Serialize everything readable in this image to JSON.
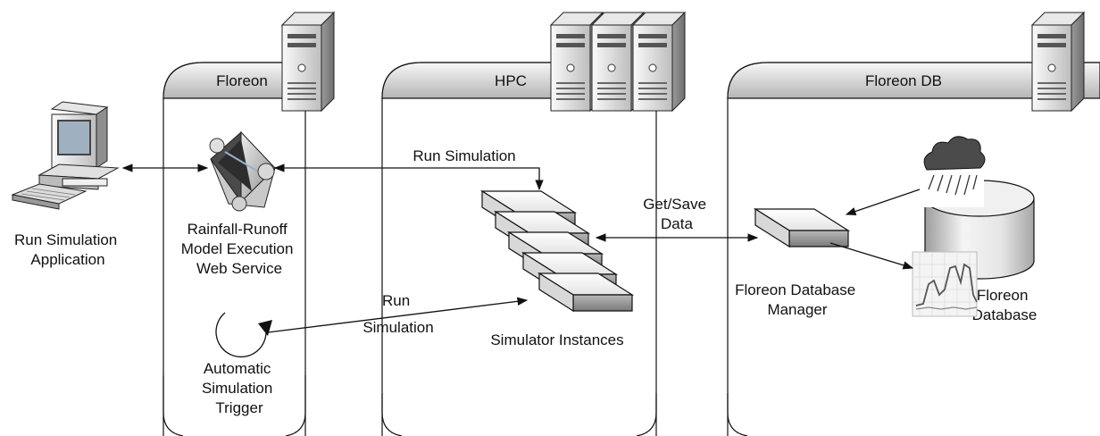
{
  "panels": {
    "floreon": "Floreon",
    "hpc": "HPC",
    "floreon_db": "Floreon DB"
  },
  "nodes": {
    "run_app": [
      "Run Simulation",
      "Application"
    ],
    "web_service": [
      "Rainfall-Runoff",
      "Model Execution",
      "Web Service"
    ],
    "auto_trigger": [
      "Automatic",
      "Simulation",
      "Trigger"
    ],
    "simulators": "Simulator Instances",
    "db_manager": [
      "Floreon Database",
      "Manager"
    ],
    "database": [
      "Floreon",
      "Database"
    ]
  },
  "edges": {
    "run_sim_top": "Run Simulation",
    "run_sim_bottom": [
      "Run",
      "Simulation"
    ],
    "get_save": [
      "Get/Save",
      "Data"
    ]
  },
  "colors": {
    "panel_header_top": "#f6f6f6",
    "panel_header_bottom": "#b4b4b4",
    "server_light": "#f2f2f2",
    "server_dark": "#a8a8a8",
    "line": "#111111"
  }
}
